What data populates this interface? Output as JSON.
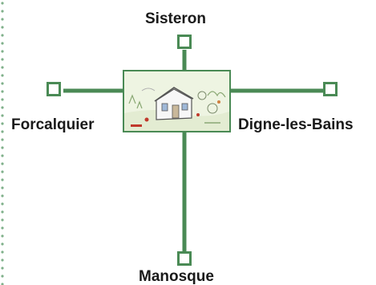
{
  "towns": {
    "north": "Sisteron",
    "west": "Forcalquier",
    "east": "Digne-les-Bains",
    "south": "Manosque"
  },
  "colors": {
    "line": "#4a8a55",
    "dots": "#7fb08a",
    "text": "#1a1a1a"
  },
  "hub": {
    "icon": "house-illustration-icon"
  }
}
